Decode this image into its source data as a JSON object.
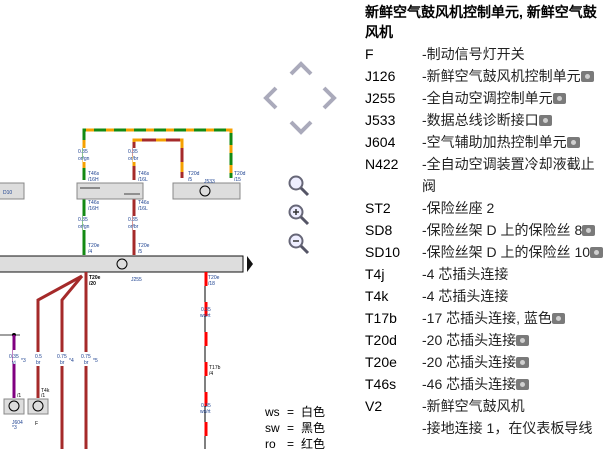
{
  "panel": {
    "title": "新鲜空气鼓风机控制单元, 新鲜空气鼓风机",
    "items": [
      {
        "code": "F",
        "desc": "-制动信号灯开关",
        "photo": false
      },
      {
        "code": "J126",
        "desc": "-新鲜空气鼓风机控制单元",
        "photo": true
      },
      {
        "code": "J255",
        "desc": "-全自动空调控制单元",
        "photo": true
      },
      {
        "code": "J533",
        "desc": "-数据总线诊断接口",
        "photo": true
      },
      {
        "code": "J604",
        "desc": "-空气辅助加热控制单元",
        "photo": true
      },
      {
        "code": "N422",
        "desc": "-全自动空调装置冷却液截止阀",
        "photo": false
      },
      {
        "code": "ST2",
        "desc": "-保险丝座 2",
        "photo": false
      },
      {
        "code": "SD8",
        "desc": "-保险丝架 D 上的保险丝 8",
        "photo": true
      },
      {
        "code": "SD10",
        "desc": "-保险丝架 D 上的保险丝 10",
        "photo": true
      },
      {
        "code": "T4j",
        "desc": "-4 芯插头连接",
        "photo": false
      },
      {
        "code": "T4k",
        "desc": "-4 芯插头连接",
        "photo": false
      },
      {
        "code": "T17b",
        "desc": "-17 芯插头连接, 蓝色",
        "photo": true
      },
      {
        "code": "T20d",
        "desc": "-20 芯插头连接",
        "photo": true
      },
      {
        "code": "T20e",
        "desc": "-20 芯插头连接",
        "photo": true
      },
      {
        "code": "T46s",
        "desc": "-46 芯插头连接",
        "photo": true
      },
      {
        "code": "V2",
        "desc": "-新鲜空气鼓风机",
        "photo": false
      },
      {
        "code": "",
        "desc": "-接地连接 1，在仪表板导线",
        "photo": false
      }
    ]
  },
  "legend": [
    {
      "code": "ws",
      "eq": "=",
      "name": "白色"
    },
    {
      "code": "sw",
      "eq": "=",
      "name": "黑色"
    },
    {
      "code": "ro",
      "eq": "=",
      "name": "红色"
    }
  ],
  "diagram": {
    "w1": "0.35",
    "w1c": "or/gn",
    "w2": "0.35",
    "w2c": "or/br",
    "w3": "0.35",
    "w3c": "or/gn",
    "w4": "0.35",
    "w4c": "or/br",
    "c1": "T46s",
    "c1p": "/16H",
    "c2": "T46s",
    "c2p": "/16L",
    "c3": "T46s",
    "c3p": "/16H",
    "c4": "T46s",
    "c4p": "/16L",
    "c5": "T20d",
    "c5p": "/5",
    "c6": "T20d",
    "c6p": "/15",
    "j533": "J533",
    "c7": "T20e",
    "c7p": "/4",
    "c8": "T20e",
    "c8p": "/5",
    "j255": "J255",
    "c9": "T20e",
    "c9p": "/20",
    "c10": "T20e",
    "c10p": "/18",
    "left_box": "D10",
    "w5": "0.35",
    "w5c": "ws/rt",
    "w6": "0.35",
    "w6c": "ws/rt",
    "t17": "T17b",
    "t17p": "/4",
    "w7": "0.35",
    "w7c": "vi",
    "w7n": "*3",
    "w8": "0.5",
    "w8c": "br",
    "w9": "0.75",
    "w9c": "br",
    "w9n": "*4",
    "w10": "0.75",
    "w10c": "br",
    "w10n": "*5",
    "t4k": "T4k",
    "t4kp": "/1",
    "t4jp": "/1",
    "j604": "J604",
    "j604n": "*3",
    "f": "F"
  }
}
